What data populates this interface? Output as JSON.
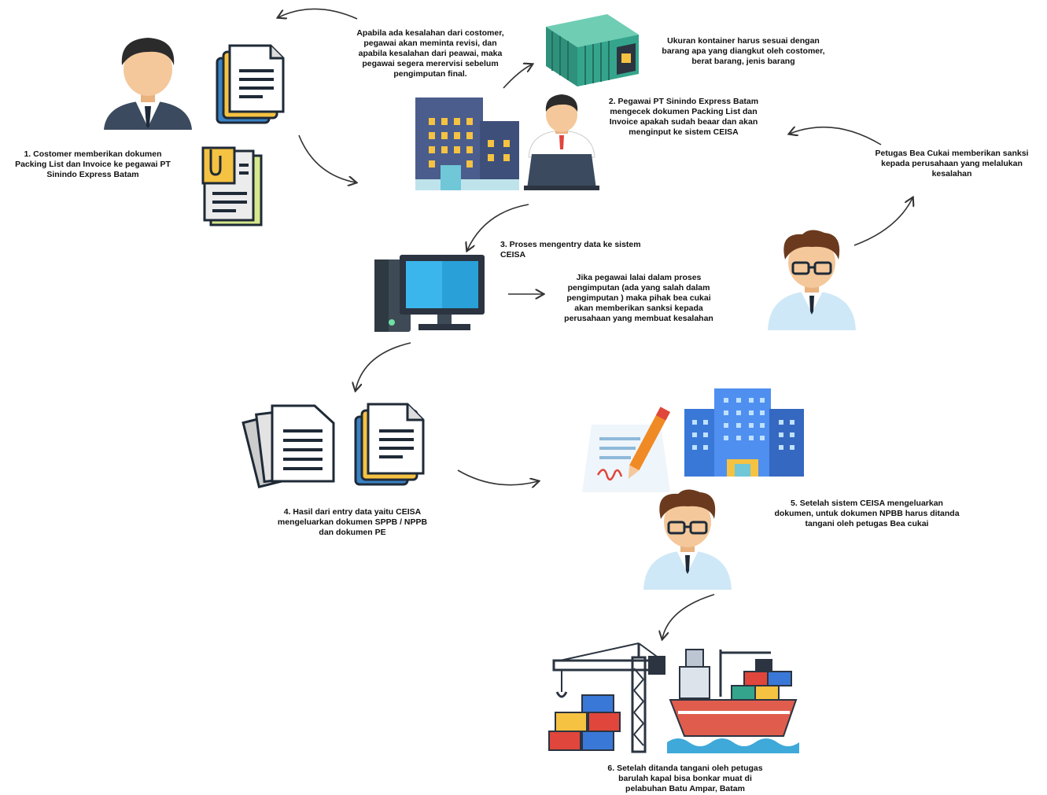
{
  "steps": {
    "s1": "1. Costomer memberikan dokumen\nPacking List dan Invoice ke pegawai PT\nSinindo Express Batam",
    "revisi": "Apabila ada kesalahan dari costomer,\npegawai akan meminta revisi, dan\napabila kesalahan dari peawai, maka\npegawai segera merervisi sebelum\npengimputan final.",
    "kontainer": "Ukuran kontainer harus sesuai dengan\nbarang apa yang diangkut oleh costomer,\nberat barang, jenis barang",
    "s2": "2. Pegawai PT Sinindo Express Batam\nmengecek dokumen Packing List dan\nInvoice apakah sudah beaar dan akan\nmenginput ke sistem CEISA",
    "sanksi": "Petugas Bea Cukai memberikan sanksi\nkepada perusahaan yang melalukan\nkesalahan",
    "s3": "3. Proses mengentry data ke sistem\nCEISA",
    "lalai": "Jika pegawai lalai dalam proses\npengimputan (ada yang salah dalam\npengimputan ) maka pihak bea cukai\nakan memberikan sanksi kepada\nperusahaan yang membuat kesalahan",
    "s4": "4. Hasil dari entry data yaitu CEISA\nmengeluarkan dokumen SPPB / NPPB\ndan dokumen PE",
    "s5": "5. Setelah sistem CEISA mengeluarkan\ndokumen, untuk dokumen NPBB harus ditanda\ntangani oleh petugas Bea cukai",
    "s6": "6. Setelah ditanda tangani oleh petugas\nbarulah kapal bisa bonkar muat di\npelabuhan Batu Ampar, Batam"
  },
  "icons": [
    "customer-icon",
    "documents-icon",
    "clipboard-icon",
    "container-icon",
    "office-building-icon",
    "employee-laptop-icon",
    "officer-icon",
    "computer-icon",
    "document-stack-icon",
    "signature-icon",
    "city-building-icon",
    "port-crane-icon",
    "cargo-ship-icon"
  ],
  "colors": {
    "skin": "#F4C89A",
    "hair": "#2B2B2B",
    "suit": "#3B4A5E",
    "teal": "#34A58C",
    "building": "#4B5D8C",
    "window": "#F5C242",
    "monitor": "#29A8E0",
    "ship": "#E05D4E",
    "sea": "#3FA9D9"
  }
}
